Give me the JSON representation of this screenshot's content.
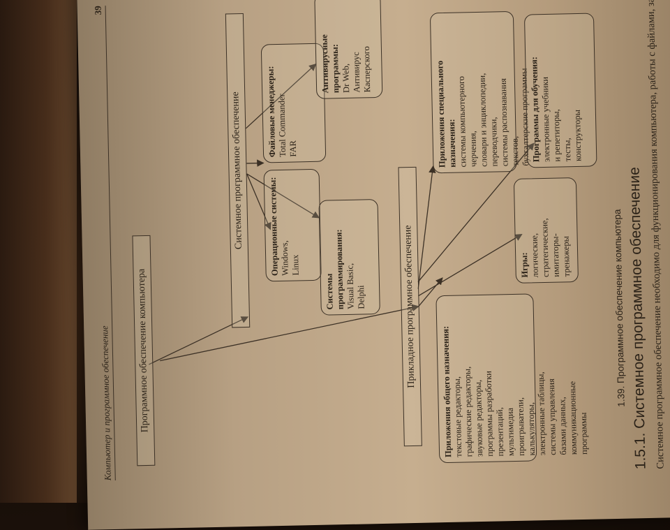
{
  "running_header": {
    "left": "Компьютер и программное обеспечение",
    "page_number": "39"
  },
  "diagram": {
    "root": "Программное обеспечение компьютера",
    "system_sw": "Системное программное обеспечение",
    "applied_sw": "Прикладное программное обеспечение",
    "os": {
      "title": "Операционные системы:",
      "items": "Windows,\nLinux"
    },
    "prog": {
      "title": "Системы программирования:",
      "items": "Visual Basic,\nDelphi"
    },
    "files": {
      "title": "Файловые менеджеры:",
      "items": "Total Commander\nFAR"
    },
    "antivirus": {
      "title": "Антивирусные программы:",
      "items": "Dr Web,\nАнтивирус\nКасперского"
    },
    "general": {
      "title": "Приложения общего назначения:",
      "items": "текстовые редакторы,\nграфические редакторы,\nзвуковые редакторы,\nпрограммы разработки\nпрезентаций,\nмультимедиа\nпроигрыватели,\nкалькуляторы,\nэлектронные таблицы,\nсистемы управления\nбазами данных,\nкоммуникационные\nпрограммы"
    },
    "games": {
      "title": "Игры:",
      "items": "логические,\nстратегические,\nимитаторы-\nтренажеры"
    },
    "special": {
      "title": "Приложения специального назначения:",
      "items": "системы компьютерного\nчерчения,\nсловари и энциклопедии,\nпереводчики,\nсистемы распознавания\nтекстов,\nбухгалтерские программы"
    },
    "learning": {
      "title": "Программы для обучения:",
      "items": "электронные учебники\nи репетиторы,\nтесты,\nконструкторы"
    }
  },
  "caption": "1.39. Программное обеспечение компьютера",
  "section_heading": "1.5.1. Системное программное обеспечение",
  "paragraph": "Системное программное обеспечение необходимо для функционирования компьютера, работы с файлами, защиты"
}
